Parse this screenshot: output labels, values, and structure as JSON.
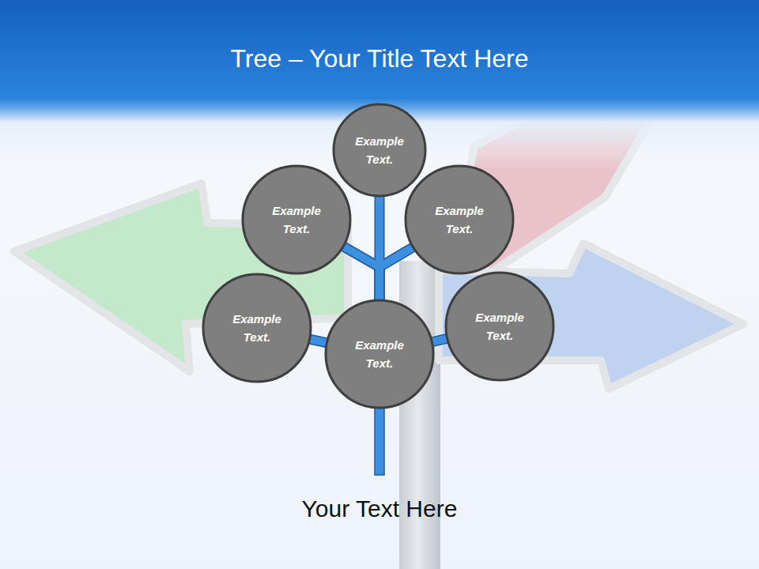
{
  "diagram": {
    "title": "Tree – Your Title Text Here",
    "caption": "Your Text Here",
    "nodes": [
      {
        "text": [
          "Example Text."
        ]
      },
      {
        "text": [
          "Example Text."
        ]
      },
      {
        "text": [
          "Example Text."
        ]
      },
      {
        "text": [
          "Example Text."
        ]
      },
      {
        "text": [
          "Example Text."
        ]
      },
      {
        "text": [
          "Example Text."
        ]
      }
    ],
    "edges": [
      {
        "from": 4,
        "to": 0,
        "arrow": "none"
      },
      {
        "from": 4,
        "to": 1,
        "arrow": "none"
      },
      {
        "from": 4,
        "to": 2,
        "arrow": "none"
      },
      {
        "from": 4,
        "to": 3,
        "arrow": "none"
      },
      {
        "from": 4,
        "to": 5,
        "arrow": "none"
      }
    ]
  }
}
